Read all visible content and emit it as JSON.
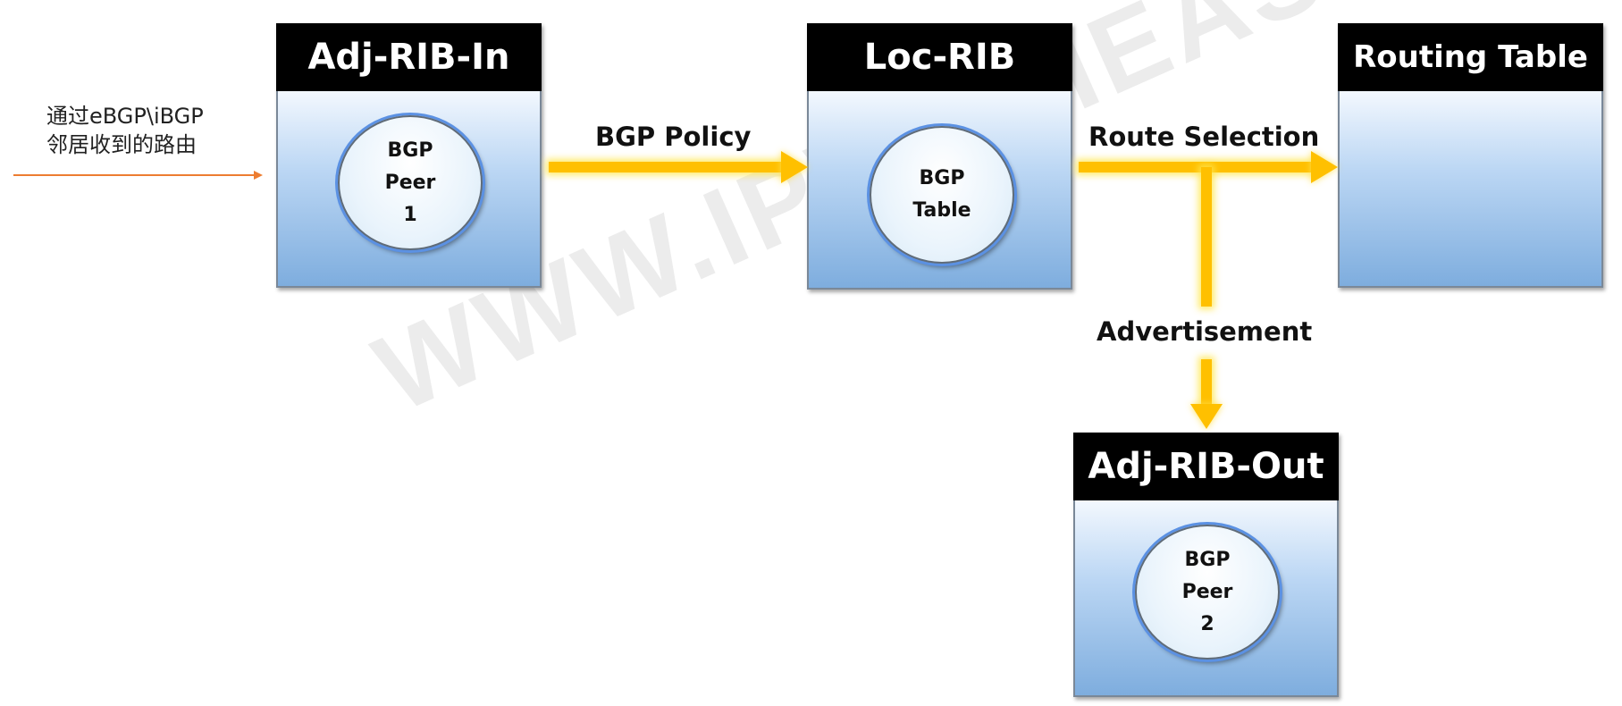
{
  "watermark": "WWW.IPWITHEASE.COM",
  "note": {
    "line1": "通过eBGP\\iBGP",
    "line2": "邻居收到的路由"
  },
  "boxes": {
    "adj_rib_in": {
      "title": "Adj-RIB-In",
      "ellipse_lines": [
        "BGP",
        "Peer",
        "1"
      ]
    },
    "loc_rib": {
      "title": "Loc-RIB",
      "ellipse_lines": [
        "BGP",
        "Table"
      ]
    },
    "routing_table": {
      "title": "Routing Table"
    },
    "adj_rib_out": {
      "title": "Adj-RIB-Out",
      "ellipse_lines": [
        "BGP",
        "Peer",
        "2"
      ]
    }
  },
  "edges": {
    "bgp_policy": "BGP Policy",
    "route_selection": "Route Selection",
    "advertisement": "Advertisement"
  },
  "colors": {
    "arrow": "#ffc000",
    "incoming_arrow": "#ed7d31",
    "header": "#000000",
    "body_gradient_top": "#f3f8fe",
    "body_gradient_bottom": "#7eadde",
    "ellipse_ring": "#5b91e3"
  }
}
